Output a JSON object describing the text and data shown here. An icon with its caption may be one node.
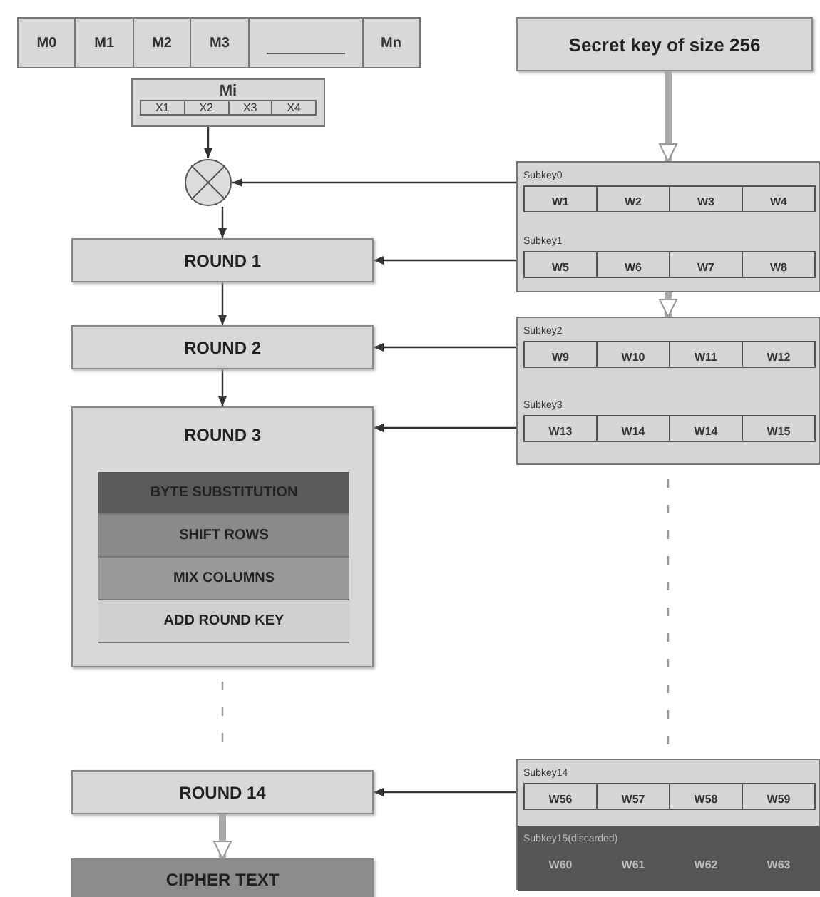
{
  "diagram": {
    "nodes": [
      {
        "text": [
          "M0",
          "M1",
          "M2",
          "M3",
          "Mn"
        ]
      },
      {
        "text": [
          "Mi",
          "X1",
          "X2",
          "X3",
          "X4"
        ]
      },
      {
        "text": [],
        "shape": "circle"
      },
      {
        "text": [
          "ROUND 1"
        ]
      },
      {
        "text": [
          "ROUND 2"
        ]
      },
      {
        "text": [
          "ROUND 3"
        ]
      },
      {
        "text": [
          "BYTE SUBSTITUTION"
        ],
        "in": 5
      },
      {
        "text": [
          "SHIFT ROWS"
        ],
        "in": 5
      },
      {
        "text": [
          "MIX COLUMNS"
        ],
        "in": 5
      },
      {
        "text": [
          "ADD ROUND KEY"
        ],
        "in": 5
      },
      {
        "text": [
          "ROUND 14"
        ]
      },
      {
        "text": [
          "CIPHER TEXT"
        ]
      },
      {
        "text": [
          "Secret key of size 256"
        ]
      },
      {
        "text": [],
        "shape": "box"
      },
      {
        "text": [
          "Subkey0",
          "W1",
          "W2",
          "W3",
          "W4"
        ],
        "in": 13
      },
      {
        "text": [
          "Subkey1",
          "W5",
          "W6",
          "W7",
          "W8"
        ],
        "in": 13
      },
      {
        "text": [],
        "shape": "box"
      },
      {
        "text": [
          "Subkey2",
          "W9",
          "W10",
          "W11",
          "W12"
        ],
        "in": 16
      },
      {
        "text": [
          "Subkey3",
          "W13",
          "W14",
          "W14",
          "W15"
        ],
        "in": 16
      },
      {
        "text": [],
        "shape": "box"
      },
      {
        "text": [
          "Subkey14",
          "W56",
          "W57",
          "W58",
          "W59"
        ],
        "in": 19
      },
      {
        "text": [
          "Subkey15(discarded)",
          "W60",
          "W61",
          "W62",
          "W63"
        ],
        "in": 19
      }
    ],
    "edges": [
      {
        "from": 1,
        "to": 2,
        "arrow": "to"
      },
      {
        "from": 14,
        "to": 2,
        "arrow": "to"
      },
      {
        "from": 2,
        "to": 3,
        "arrow": "to"
      },
      {
        "from": 15,
        "to": 3,
        "arrow": "to"
      },
      {
        "from": 3,
        "to": 4,
        "arrow": "to"
      },
      {
        "from": 17,
        "to": 4,
        "arrow": "to"
      },
      {
        "from": 4,
        "to": 5,
        "arrow": "to"
      },
      {
        "from": 18,
        "to": 5,
        "arrow": "to"
      },
      {
        "from": 5,
        "to": 10,
        "arrow": "none",
        "style": "dashed",
        "color": "#999999"
      },
      {
        "from": 20,
        "to": 10,
        "arrow": "to"
      },
      {
        "from": 10,
        "to": 11,
        "arrow": "to",
        "style": "thick",
        "color": "#aaaaaa"
      },
      {
        "from": 12,
        "to": 13,
        "arrow": "to",
        "style": "thick",
        "color": "#aaaaaa"
      },
      {
        "from": 13,
        "to": 16,
        "arrow": "to",
        "style": "thick",
        "color": "#aaaaaa"
      },
      {
        "from": 16,
        "to": 19,
        "arrow": "none",
        "style": "dashed",
        "color": "#999999"
      }
    ]
  }
}
